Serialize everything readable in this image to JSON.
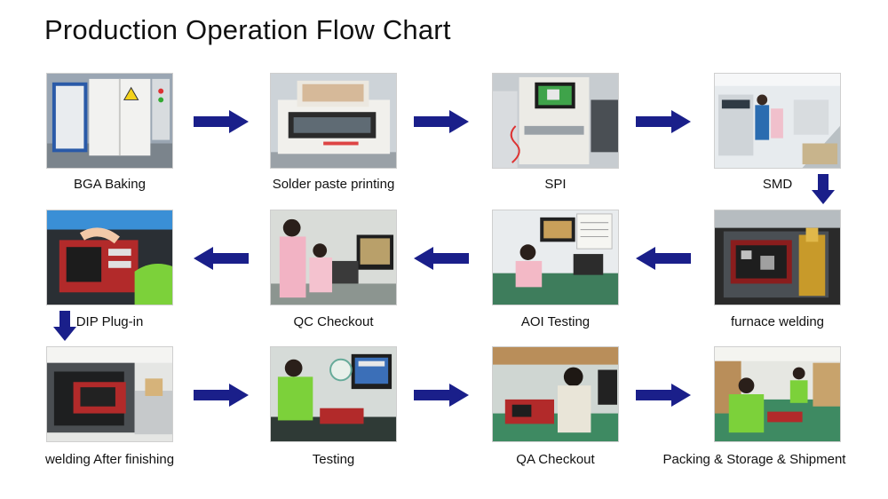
{
  "title": "Production Operation Flow Chart",
  "colors": {
    "arrow": "#1a1f8a",
    "shirt": "#7cd13a",
    "pcb": "#b22a2a"
  },
  "steps": [
    {
      "label": "BGA Baking",
      "icon": "oven-photo"
    },
    {
      "label": "Solder paste printing",
      "icon": "printer-machine-photo"
    },
    {
      "label": "SPI",
      "icon": "inspection-machine-photo"
    },
    {
      "label": "SMD",
      "icon": "smd-line-photo"
    },
    {
      "label": "furnace welding",
      "icon": "reflow-oven-photo"
    },
    {
      "label": "AOI Testing",
      "icon": "aoi-station-photo"
    },
    {
      "label": "QC Checkout",
      "icon": "qc-station-photo"
    },
    {
      "label": "DIP Plug-in",
      "icon": "dip-plugin-photo"
    },
    {
      "label": "welding After finishing",
      "icon": "wave-solder-photo"
    },
    {
      "label": "Testing",
      "icon": "testing-station-photo"
    },
    {
      "label": "QA Checkout",
      "icon": "qa-station-photo"
    },
    {
      "label": "Packing & Storage & Shipment",
      "icon": "packing-line-photo"
    }
  ]
}
